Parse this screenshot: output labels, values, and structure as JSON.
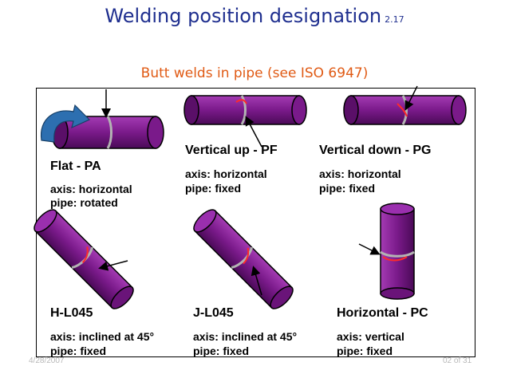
{
  "title": "Welding position designation",
  "title_number": "2.17",
  "subtitle": "Butt welds in pipe (see ISO 6947)",
  "footer_left": "4/28/2007",
  "footer_right": "02 of 31",
  "colors": {
    "pipe": "#7a1a8a",
    "weld_line": "#b3b3b3",
    "weld_arc": "#ff2a2a",
    "title": "#1f2f8f",
    "subtitle": "#e05a14",
    "rotation_arrow": "#2d6fb0"
  },
  "positions": [
    {
      "name": "Flat - PA",
      "axis": "axis: horizontal",
      "pipe": "pipe: rotated"
    },
    {
      "name": "Vertical up - PF",
      "axis": "axis: horizontal",
      "pipe": "pipe: fixed"
    },
    {
      "name": "Vertical down - PG",
      "axis": "axis: horizontal",
      "pipe": "pipe: fixed"
    },
    {
      "name": "H-L045",
      "axis": "axis: inclined at 45°",
      "pipe": "pipe: fixed"
    },
    {
      "name": "J-L045",
      "axis": "axis: inclined at 45°",
      "pipe": "pipe: fixed"
    },
    {
      "name": "Horizontal - PC",
      "axis": "axis: vertical",
      "pipe": "pipe: fixed"
    }
  ]
}
